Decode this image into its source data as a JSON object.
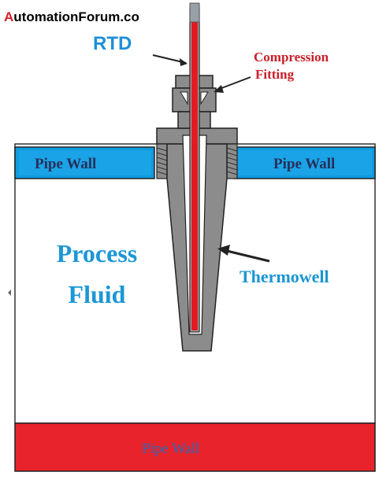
{
  "brand": {
    "accent_letter": "A",
    "rest": "utomationForum.co"
  },
  "labels": {
    "rtd": "RTD",
    "compression_line1": "Compression",
    "compression_line2": "Fitting",
    "pipe_wall_left": "Pipe Wall",
    "pipe_wall_right": "Pipe Wall",
    "pipe_wall_bottom": "Pipe Wall",
    "process_line1": "Process",
    "process_line2": "Fluid",
    "thermowell": "Thermowell"
  },
  "colors": {
    "rtd_red": "#e01b24",
    "pipe_wall_blue": "#0f9be0",
    "pipe_wall_red": "#e8232b",
    "metal_gray": "#8c8c8c",
    "outline": "#222222"
  }
}
